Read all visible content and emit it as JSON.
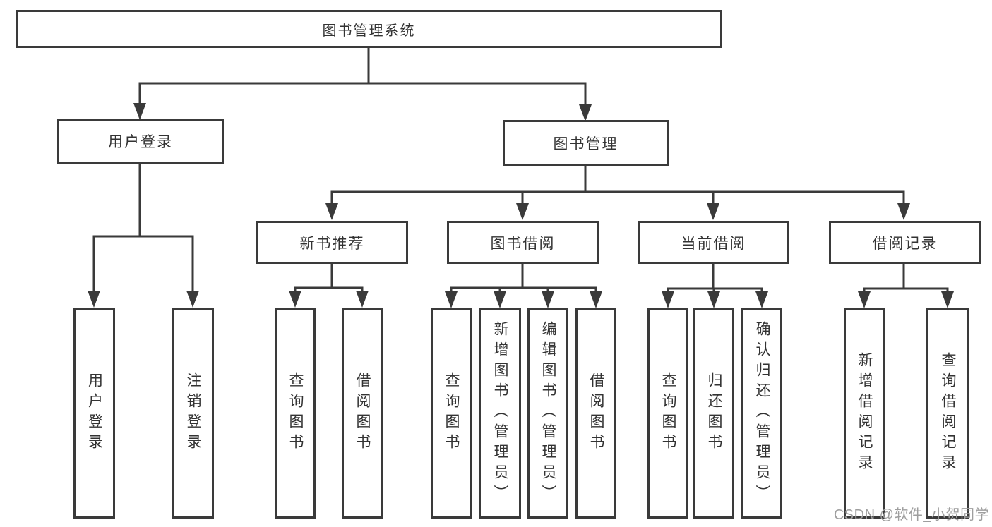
{
  "diagram": {
    "root": {
      "label": "图书管理系统"
    },
    "level2": [
      {
        "label": "用户登录",
        "parent": "图书管理系统"
      },
      {
        "label": "图书管理",
        "parent": "图书管理系统"
      }
    ],
    "level3": [
      {
        "label": "新书推荐",
        "parent": "图书管理"
      },
      {
        "label": "图书借阅",
        "parent": "图书管理"
      },
      {
        "label": "当前借阅",
        "parent": "图书管理"
      },
      {
        "label": "借阅记录",
        "parent": "图书管理"
      }
    ],
    "leaves": [
      {
        "label": "用户登录",
        "parent": "用户登录"
      },
      {
        "label": "注销登录",
        "parent": "用户登录"
      },
      {
        "label": "查询图书",
        "parent": "新书推荐"
      },
      {
        "label": "借阅图书",
        "parent": "新书推荐"
      },
      {
        "label": "查询图书",
        "parent": "图书借阅"
      },
      {
        "label": "新增图书（管理员）",
        "parent": "图书借阅"
      },
      {
        "label": "编辑图书（管理员）",
        "parent": "图书借阅"
      },
      {
        "label": "借阅图书",
        "parent": "图书借阅"
      },
      {
        "label": "查询图书",
        "parent": "当前借阅"
      },
      {
        "label": "归还图书",
        "parent": "当前借阅"
      },
      {
        "label": "确认归还（管理员）",
        "parent": "当前借阅"
      },
      {
        "label": "新增借阅记录",
        "parent": "借阅记录"
      },
      {
        "label": "查询借阅记录",
        "parent": "借阅记录"
      }
    ]
  },
  "watermark": {
    "text": "CSDN @软件_小贺同学"
  },
  "colors": {
    "line": "#3a3a3a",
    "node_border": "#3a3a3a",
    "text": "#333333",
    "watermark": "#9e9e9e",
    "background": "#ffffff"
  }
}
